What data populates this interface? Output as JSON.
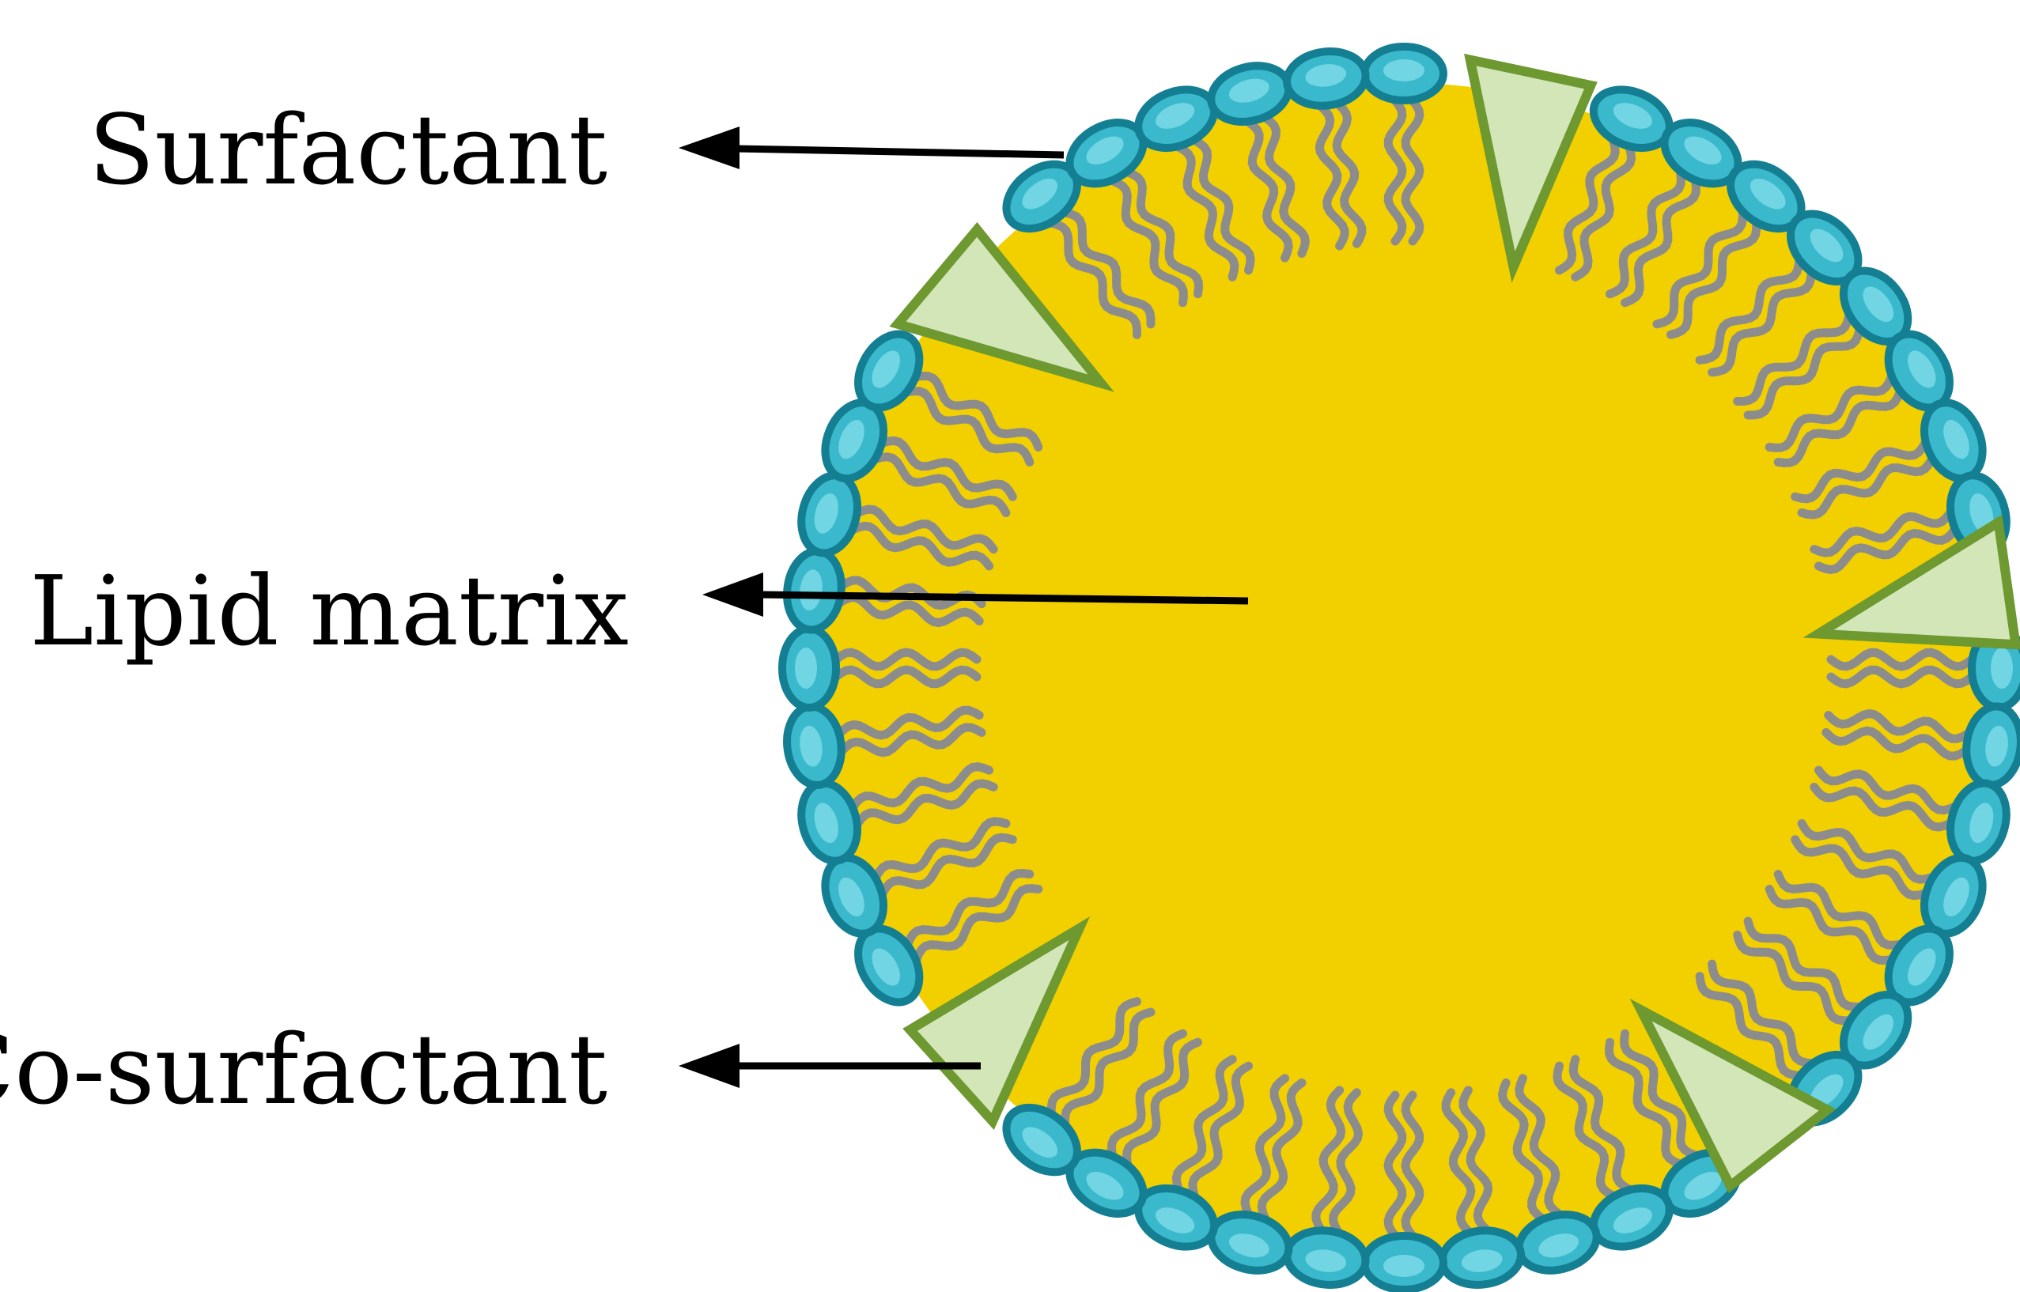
{
  "labels": {
    "surfactant": "Surfactant",
    "lipid_matrix": "Lipid matrix",
    "co_surfactant": "Co-surfactant"
  },
  "colors": {
    "lipid_core": "#f2d000",
    "surfactant_head_fill": "#3ab8cc",
    "surfactant_head_stroke": "#147f93",
    "surfactant_head_highlight": "#7fdce8",
    "tail": "#8c8c8c",
    "cosurfactant_fill": "#d2e6b8",
    "cosurfactant_stroke": "#6e9830",
    "arrow": "#000000"
  },
  "icons": {
    "surfactant": "oval-head-with-wavy-tails",
    "co_surfactant": "triangle",
    "pointer": "arrow-left"
  }
}
